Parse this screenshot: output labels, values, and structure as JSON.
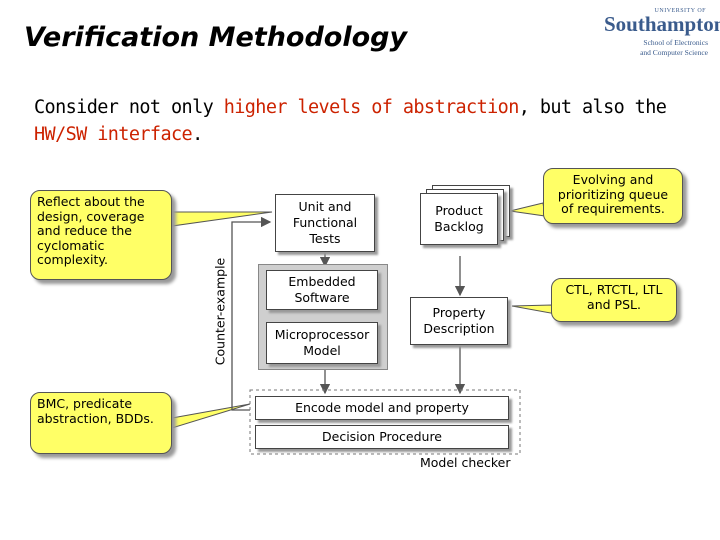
{
  "title": "Verification Methodology",
  "logo": {
    "university_small": "UNIVERSITY OF",
    "name": "Southampton",
    "school_line1": "School of Electronics",
    "school_line2": "and Computer Science"
  },
  "intro": {
    "part1": "Consider not only ",
    "highlight1": "higher levels of abstraction",
    "part2": ", but also the ",
    "highlight2": "HW/SW interface",
    "part3": "."
  },
  "bubbles": {
    "reflect": "Reflect about the design, coverage and reduce the cyclomatic complexity.",
    "bmc": "BMC, predicate abstraction, BDDs.",
    "evolving": "Evolving and prioritizing queue of requirements.",
    "logics": "CTL, RTCTL, LTL and PSL."
  },
  "boxes": {
    "unit_tests": "Unit and Functional Tests",
    "product_backlog": "Product Backlog",
    "embedded_software": "Embedded Software",
    "microprocessor_model": "Microprocessor Model",
    "property_description": "Property Description",
    "encode": "Encode model and property",
    "decision": "Decision Procedure",
    "model_checker": "Model checker"
  },
  "counter_example": "Counter-example",
  "colors": {
    "highlight": "#cc2200",
    "bubble": "#ffff66",
    "gray_box": "#cfcfcf"
  }
}
